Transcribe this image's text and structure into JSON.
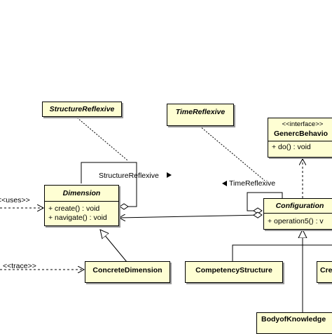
{
  "classes": {
    "structure_reflexive": {
      "name": "StructureReflexive"
    },
    "time_reflexive": {
      "name": "TimeReflexive"
    },
    "generic_behavior": {
      "stereotype": "<<interface>>",
      "name": "GenercBehavio",
      "operations": [
        "+ do() : void"
      ]
    },
    "dimension": {
      "name": "Dimension",
      "operations": [
        "+ create() : void",
        "+ navigate() : void"
      ]
    },
    "configuration": {
      "name": "Configuration",
      "operations": [
        "+ operation5() : v"
      ]
    },
    "concrete_dimension": {
      "name": "ConcreteDimension"
    },
    "competency_structure": {
      "name": "CompetencyStructure"
    },
    "cre_partial": {
      "name": "Cre"
    },
    "body_of_knowledge": {
      "name": "BodyofKnowledge"
    }
  },
  "labels": {
    "uses": "<<uses>>",
    "trace": "<<trace>>",
    "structure_reflexive_assoc": "StructureReflexive",
    "time_reflexive_assoc": "TimeReflexive"
  },
  "icons": {
    "arrow_right": "right-triangle-icon",
    "arrow_left": "left-triangle-icon"
  }
}
